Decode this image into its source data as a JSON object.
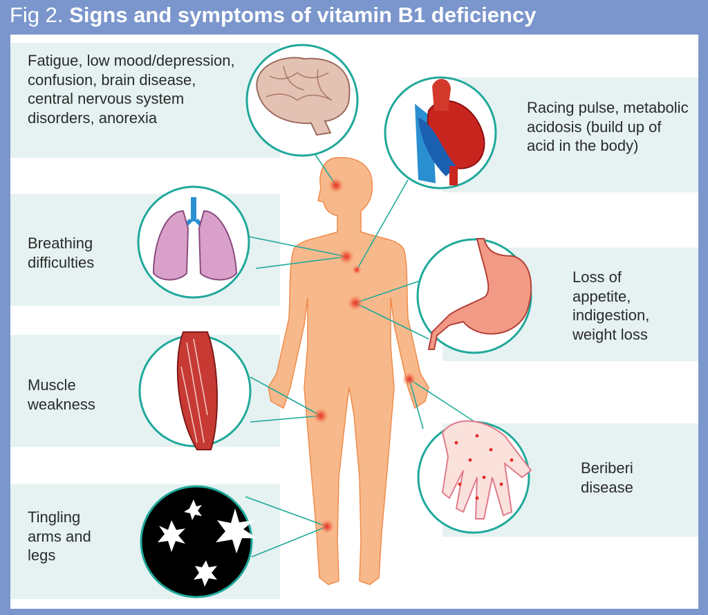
{
  "title": {
    "fig": "Fig 2.",
    "main": "Signs and symptoms of vitamin B1 deficiency"
  },
  "symptoms": [
    {
      "label": "Fatigue, low mood/depression, confusion, brain disease, central nervous system disorders, anorexia",
      "icon": "brain-icon"
    },
    {
      "label": "Racing pulse, metabolic acidosis (build up of acid in the body)",
      "icon": "heart-icon"
    },
    {
      "label": "Breathing difficulties",
      "icon": "lungs-icon"
    },
    {
      "label": "Loss of appetite, indigestion, weight loss",
      "icon": "stomach-icon"
    },
    {
      "label": "Muscle weakness",
      "icon": "muscle-icon"
    },
    {
      "label": "Beriberi disease",
      "icon": "hand-rash-icon"
    },
    {
      "label": "Tingling arms and legs",
      "icon": "tingling-stars-icon"
    }
  ],
  "colors": {
    "frame": "#7b96cc",
    "band": "#e5f2f1",
    "teal": "#1fa89a",
    "skin": "#f7b98b",
    "spot": "#e4312b"
  }
}
